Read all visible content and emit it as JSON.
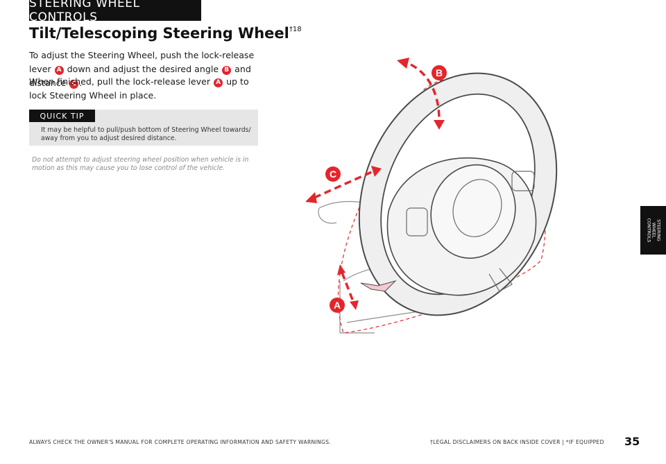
{
  "header": {
    "section_tab": "STEERING WHEEL CONTROLS"
  },
  "page": {
    "title": "Tilt/Telescoping Steering Wheel",
    "title_superscript": "†18"
  },
  "instructions": {
    "p1": {
      "before_a": "To adjust the Steering Wheel, push the lock-release lever",
      "between_a_b": "down and adjust the desired angle",
      "between_b_c": "and distance",
      "after_c": "."
    },
    "p2": {
      "before_a": "When finished, pull the lock-release lever",
      "after_a": "up to lock Steering Wheel in place."
    },
    "badges": {
      "a": "A",
      "b": "B",
      "c": "C"
    }
  },
  "quick_tip": {
    "label": "QUICK TIP",
    "text": "It may be helpful to pull/push bottom of Steering Wheel towards/ away from you to adjust desired distance."
  },
  "warning": "Do not attempt to adjust steering wheel position when vehicle is in motion as this may cause you to lose control of the vehicle.",
  "side_tab": "STEERING\nWHEEL\nCONTROLS",
  "illustration_labels": {
    "a": "A",
    "b": "B",
    "c": "C"
  },
  "footer": {
    "left": "ALWAYS CHECK THE OWNER'S MANUAL FOR COMPLETE OPERATING INFORMATION AND SAFETY WARNINGS.",
    "right": "†LEGAL DISCLAIMERS ON BACK INSIDE COVER | *IF EQUIPPED",
    "page_number": "35"
  },
  "colors": {
    "accent": "#e3262c",
    "dark": "#111111",
    "tip_bg": "#e6e6e6"
  }
}
